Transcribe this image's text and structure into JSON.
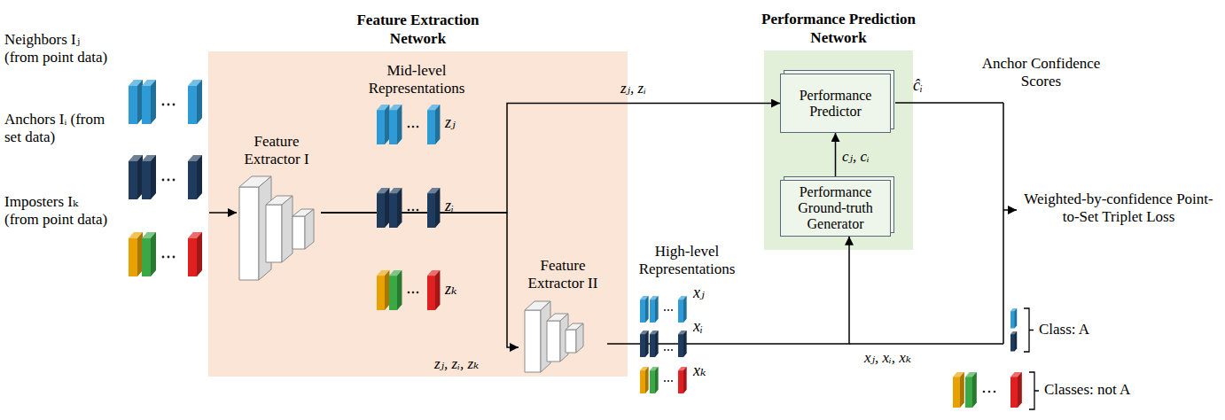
{
  "diagram": {
    "nodes": [
      {
        "text": [
          "Feature Extraction Network"
        ]
      },
      {
        "text": [
          "Feature Extractor I"
        ],
        "in": 0
      },
      {
        "text": [
          "Feature Extractor II"
        ],
        "in": 0
      },
      {
        "text": [
          "Performance Prediction Network"
        ]
      },
      {
        "text": [
          "Performance Predictor"
        ],
        "in": 3
      },
      {
        "text": [
          "Performance Ground-truth Generator"
        ],
        "in": 3
      }
    ],
    "edges": [
      {
        "from": 1,
        "to": 4,
        "label": "zⱼ, zᵢ",
        "arrow": "to"
      },
      {
        "from": 1,
        "to": 2,
        "label": "zⱼ, zᵢ, zₖ",
        "arrow": "to"
      },
      {
        "from": 2,
        "to": 5,
        "label": "xⱼ, xᵢ, xₖ",
        "arrow": "to"
      },
      {
        "from": 5,
        "to": 4,
        "label": "cⱼ, cᵢ",
        "arrow": "to"
      }
    ],
    "labels": [
      "Neighbors Iⱼ (from point data)",
      "Anchors Iᵢ (from set data)",
      "Imposters Iₖ (from point data)",
      "Mid-level Representations",
      "zⱼ",
      "zᵢ",
      "zₖ",
      "High-level Representations",
      "xⱼ",
      "xᵢ",
      "xₖ",
      "ĉᵢ",
      "Anchor Confidence Scores",
      "Weighted-by-confidence Point-to-Set Triplet Loss",
      "Class: A",
      "Classes: not A"
    ]
  }
}
